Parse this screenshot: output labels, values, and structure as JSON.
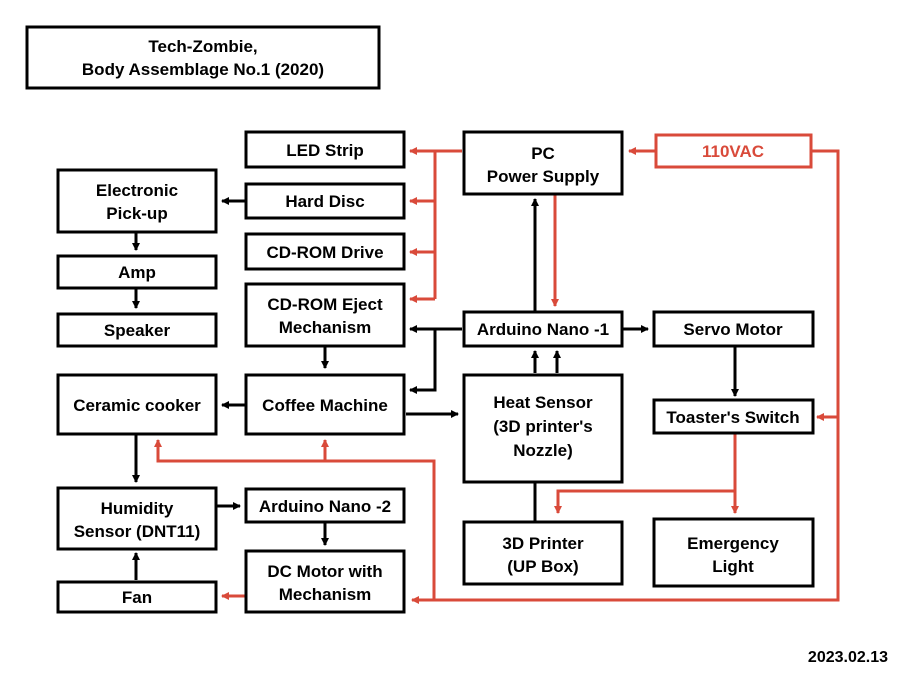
{
  "title": {
    "line1": "Tech-Zombie,",
    "line2": "Body Assemblage No.1 (2020)"
  },
  "date": "2023.02.13",
  "colors": {
    "box_border": "#000000",
    "signal_line": "#000000",
    "power_line": "#d94a3a",
    "ac_label": "#d94a3a"
  },
  "blocks": {
    "led_strip": [
      "LED Strip"
    ],
    "pc_power_supply": [
      "PC",
      "Power Supply"
    ],
    "ac_110": [
      "110VAC"
    ],
    "electronic_pickup": [
      "Electronic",
      "Pick-up"
    ],
    "hard_disc": [
      "Hard Disc"
    ],
    "cdrom_drive": [
      "CD-ROM Drive"
    ],
    "amp": [
      "Amp"
    ],
    "cdrom_eject": [
      "CD-ROM Eject",
      "Mechanism"
    ],
    "arduino_nano_1": [
      "Arduino Nano -1"
    ],
    "servo_motor": [
      "Servo Motor"
    ],
    "speaker": [
      "Speaker"
    ],
    "ceramic_cooker": [
      "Ceramic cooker"
    ],
    "coffee_machine": [
      "Coffee Machine"
    ],
    "heat_sensor": [
      "Heat Sensor",
      "(3D printer's",
      "Nozzle)"
    ],
    "toaster_switch": [
      "Toaster's Switch"
    ],
    "humidity_sensor": [
      "Humidity",
      "Sensor (DNT11)"
    ],
    "arduino_nano_2": [
      "Arduino Nano -2"
    ],
    "printer_3d": [
      "3D Printer",
      "(UP Box)"
    ],
    "emergency_light": [
      "Emergency",
      "Light"
    ],
    "fan": [
      "Fan"
    ],
    "dc_motor": [
      "DC Motor with",
      "Mechanism"
    ]
  }
}
